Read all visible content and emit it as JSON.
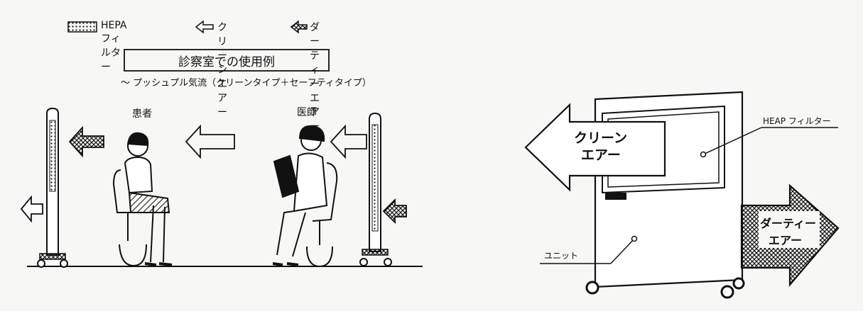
{
  "legend": {
    "hepa": "HEPAフィルター",
    "clean_air": "クリーンエアー",
    "dirty_air": "ダーティーエアー"
  },
  "title_box": "診察室での使用例",
  "subtitle": "～ プッシュプル気流（クリーンタイプ＋セーフティタイプ）",
  "left_scene": {
    "patient_label": "患者",
    "doctor_label": "医師"
  },
  "right_unit": {
    "clean_air_line1": "クリーン",
    "clean_air_line2": "エアー",
    "filter_label": "HEAP フィルター",
    "dirty_air_line1": "ダーティー",
    "dirty_air_line2": "エアー",
    "unit_label": "ユニット"
  },
  "colors": {
    "ink": "#111111",
    "paper": "#f7f7f5"
  }
}
